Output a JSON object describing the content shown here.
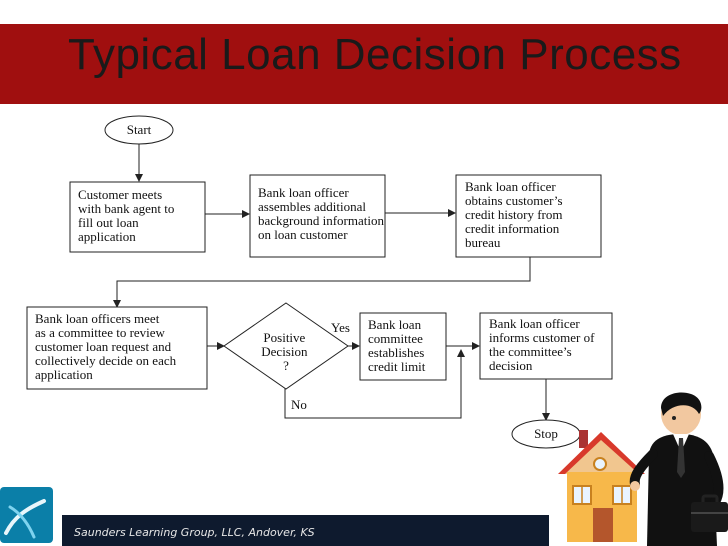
{
  "slide": {
    "title": "Typical Loan Decision Process",
    "footer": "Saunders Learning Group, LLC,  Andover, KS"
  },
  "flowchart": {
    "start": "Start",
    "stop": "Stop",
    "step1": [
      "Customer meets",
      "with bank agent to",
      "fill out loan",
      "application"
    ],
    "step2": [
      "Bank loan officer",
      "assembles additional",
      "background information",
      "on loan customer"
    ],
    "step3": [
      "Bank loan officer",
      "obtains customer’s",
      "credit history from",
      "credit information",
      "bureau"
    ],
    "step4": [
      "Bank loan officers meet",
      "as a committee to review",
      "customer loan request and",
      "collectively decide on each",
      "application"
    ],
    "decision": [
      "Positive",
      "Decision",
      "?"
    ],
    "yes": "Yes",
    "no": "No",
    "step5": [
      "Bank loan",
      "committee",
      "establishes",
      "credit limit"
    ],
    "step6": [
      "Bank loan officer",
      "informs customer of",
      "the committee’s",
      "decision"
    ]
  },
  "colors": {
    "title_bar": "#a00f0f",
    "footer_bar": "#0e1a2e"
  },
  "icons": [
    "logo-icon",
    "house-icon",
    "businessman-icon",
    "briefcase-icon"
  ]
}
